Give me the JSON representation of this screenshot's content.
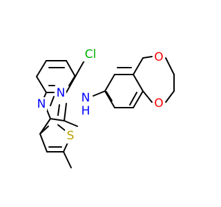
{
  "molecule": {
    "atoms": {
      "chlorine": {
        "label": "Cl",
        "color": "#00b400"
      },
      "pyridine_nitrogen": {
        "label": "N",
        "color": "#0000ff"
      },
      "imidazole_nitrogen": {
        "label": "N",
        "color": "#0000ff"
      },
      "amine": {
        "label": "N",
        "sub": "H",
        "color": "#0000ff"
      },
      "sulfur": {
        "label": "S",
        "color": "#b8a000"
      },
      "oxygen_top": {
        "label": "O",
        "color": "#ff0000"
      },
      "oxygen_bottom": {
        "label": "O",
        "color": "#ff0000"
      }
    },
    "bond_color": "#000000"
  }
}
